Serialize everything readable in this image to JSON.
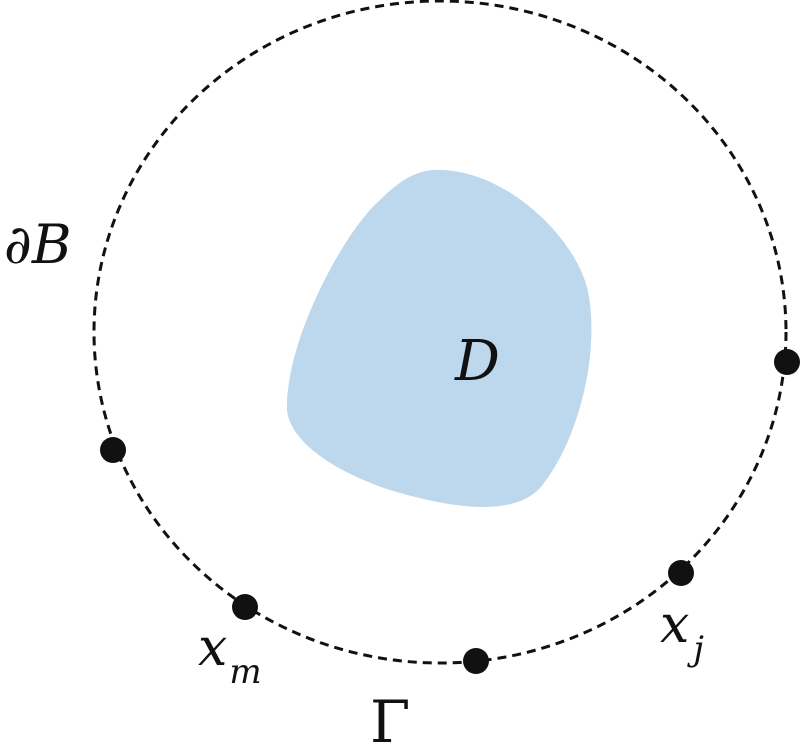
{
  "labels": {
    "boundary": "∂B",
    "domain": "D",
    "arc": "Γ",
    "point_m_base": "x",
    "point_m_sub": "m",
    "point_j_base": "x",
    "point_j_sub": "j"
  },
  "colors": {
    "domain_fill": "#bdd7ec",
    "outline": "#111111",
    "points": "#111111",
    "background": "#ffffff"
  },
  "boundary_style": "dashed"
}
